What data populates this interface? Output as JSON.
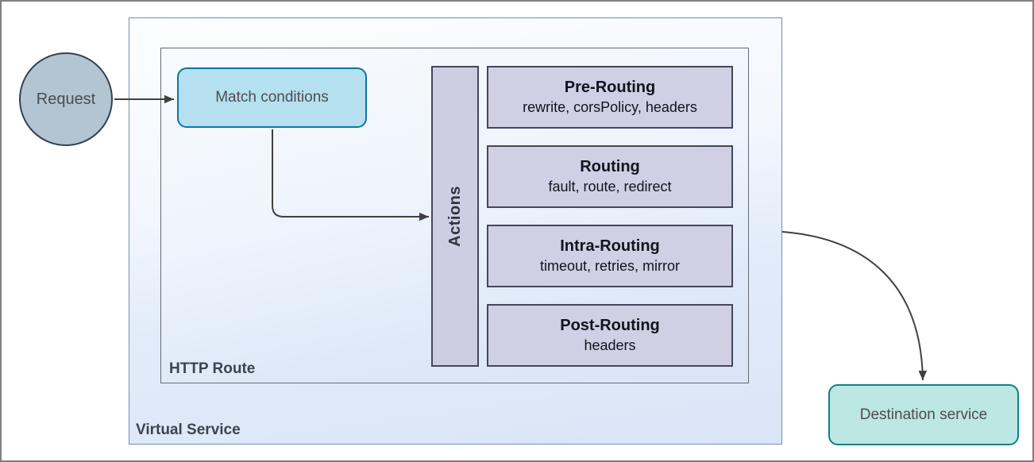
{
  "diagram": {
    "request": {
      "label": "Request"
    },
    "virtual_service": {
      "label": "Virtual Service"
    },
    "http_route": {
      "label": "HTTP Route"
    },
    "match_conditions": {
      "label": "Match conditions"
    },
    "actions": {
      "label": "Actions"
    },
    "stages": [
      {
        "title": "Pre-Routing",
        "subtitle": "rewrite, corsPolicy, headers"
      },
      {
        "title": "Routing",
        "subtitle": "fault, route, redirect"
      },
      {
        "title": "Intra-Routing",
        "subtitle": "timeout, retries, mirror"
      },
      {
        "title": "Post-Routing",
        "subtitle": "headers"
      }
    ],
    "destination": {
      "label": "Destination service"
    },
    "colors": {
      "request_fill": "#b3c4d3",
      "request_stroke": "#33424f",
      "match_fill": "#b5e0ef",
      "match_stroke": "#10739e",
      "destination_fill": "#bce7e2",
      "destination_stroke": "#0e8088",
      "stage_fill": "#d1cfe3",
      "stage_stroke": "#45455f",
      "virtual_service_fill": "#d9e5f8",
      "virtual_service_stroke": "#6c8ebf",
      "http_route_stroke": "#666b73",
      "arrow": "#404040"
    }
  }
}
